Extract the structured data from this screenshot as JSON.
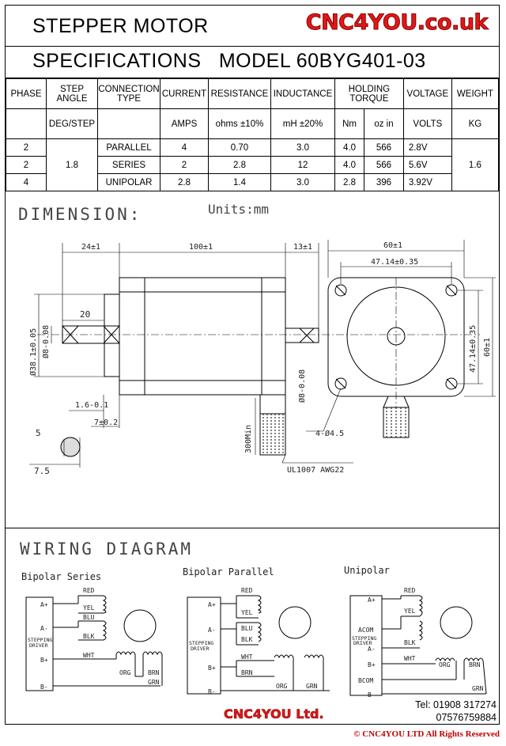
{
  "header": {
    "title": "STEPPER MOTOR",
    "brand": "CNC4YOU.co.uk",
    "subtitle": "SPECIFICATIONS   MODEL 60BYG401-03"
  },
  "table": {
    "headers": [
      "PHASE",
      "STEP ANGLE",
      "CONNECTION TYPE",
      "CURRENT",
      "RESISTANCE",
      "INDUCTANCE",
      "HOLDING TORQUE",
      "VOLTAGE",
      "WEIGHT"
    ],
    "units": [
      "",
      "DEG/STEP",
      "",
      "AMPS",
      "ohms ±10%",
      "mH ±20%",
      "Nm",
      "oz in",
      "VOLTS",
      "KG"
    ],
    "step_angle": "1.8",
    "weight": "1.6",
    "rows": [
      {
        "phase": "2",
        "type": "PARALLEL",
        "current": "4",
        "resistance": "0.70",
        "inductance": "3.0",
        "nm": "4.0",
        "ozin": "566",
        "voltage": "2.8V"
      },
      {
        "phase": "2",
        "type": "SERIES",
        "current": "2",
        "resistance": "2.8",
        "inductance": "12",
        "nm": "4.0",
        "ozin": "566",
        "voltage": "5.6V"
      },
      {
        "phase": "4",
        "type": "UNIPOLAR",
        "current": "2.8",
        "resistance": "1.4",
        "inductance": "3.0",
        "nm": "2.8",
        "ozin": "396",
        "voltage": "3.92V"
      }
    ]
  },
  "dimension": {
    "title": "DIMENSION:",
    "units": "Units:mm",
    "labels": {
      "d24": "24±1",
      "d100": "100±1",
      "d13": "13±1",
      "d60": "60±1",
      "d47a": "47.14±0.35",
      "d20": "20",
      "d38": "Ø38.1±0.05",
      "d8a": "Ø8-0.08",
      "d47b": "47.14±0.35",
      "d60b": "60±1",
      "d16": "1.6-0.1",
      "d7": "7±0.2",
      "d8b": "Ø8-0.08",
      "d300": "300Min",
      "d5": "5",
      "d75": "7.5",
      "d45": "4-Ø4.5",
      "wire": "UL1007 AWG22"
    }
  },
  "wiring": {
    "title": "WIRING DIAGRAM",
    "bipolar_series": "Bipolar Series",
    "bipolar_parallel": "Bipolar Parallel",
    "unipolar": "Unipolar",
    "driver": [
      "STEPPING",
      "DRIVER"
    ],
    "terms": {
      "ap": "A+",
      "am": "A-",
      "bp": "B+",
      "bm": "B-",
      "acom": "ACOM",
      "bcom": "BCOM"
    },
    "wires": {
      "red": "RED",
      "yel": "YEL",
      "blu": "BLU",
      "blk": "BLK",
      "wht": "WHT",
      "org": "ORG",
      "brn": "BRN",
      "grn": "GRN"
    }
  },
  "footer": {
    "brand": "CNC4YOU Ltd.",
    "tel": "Tel: 01908 317274",
    "mobile": "07576759884",
    "copyright": "© CNC4YOU LTD All Rights Reserved"
  }
}
